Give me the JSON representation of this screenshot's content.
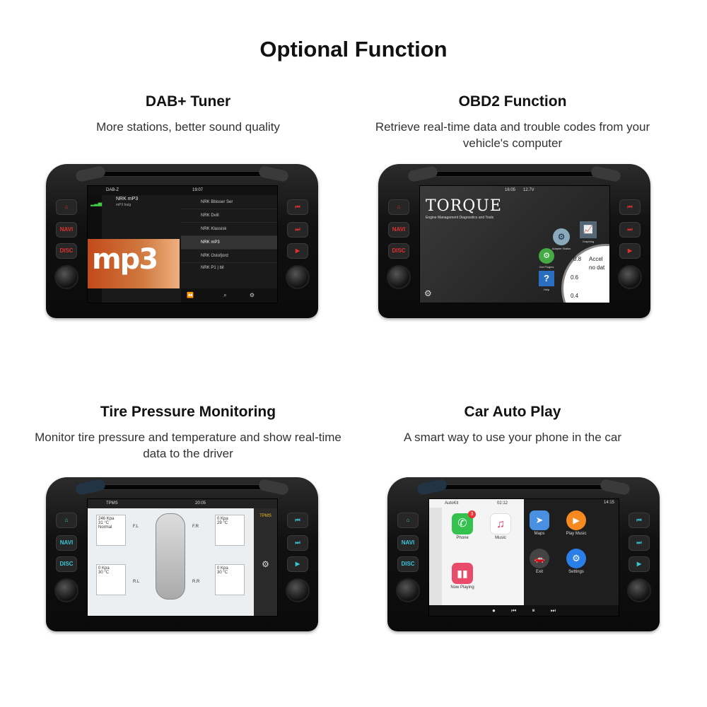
{
  "page": {
    "title": "Optional Function"
  },
  "features": [
    {
      "title": "DAB+ Tuner",
      "description": "More stations, better sound quality",
      "screen": {
        "header": "DAB-Z",
        "time": "19:07",
        "now_playing": "NRK mP3",
        "now_playing_sub": "mP3 buig",
        "logo_text": "mp3",
        "stations": [
          "NRK Bbisser Ser",
          "NRK Dvill",
          "NRK Klassisk",
          "NRK mP3",
          "NRK Ostofjord"
        ],
        "footer_station": "NRK P1 | bil",
        "buttons": {
          "navi": "NAVI",
          "disc": "DISC"
        }
      }
    },
    {
      "title": "OBD2 Function",
      "description": "Retrieve real-time data and trouble codes from your vehicle's computer",
      "screen": {
        "app_name": "TORQUE",
        "app_sub": "Engine Management Diagnostics and Tools",
        "time": "16:05",
        "voltage": "12.7V",
        "tiles": [
          "Adapter Status",
          "Graphing",
          "Get Plugins",
          "Help"
        ],
        "gauge_labels": [
          "0.8",
          "0.6",
          "0.4"
        ],
        "gauge_text": "Accel",
        "gauge_status": "no dat",
        "buttons": {
          "navi": "NAVI",
          "disc": "DISC"
        }
      }
    },
    {
      "title": "Tire Pressure Monitoring",
      "description": "Monitor tire pressure and temperature and show real-time data to the driver",
      "screen": {
        "header": "TPMS",
        "time": "20:05",
        "fl": {
          "pressure": "246",
          "temp": "31",
          "status": "Normal",
          "label": "F.L"
        },
        "fr": {
          "pressure": "0",
          "temp": "29",
          "label": "F.R"
        },
        "rl": {
          "pressure": "0",
          "temp": "30",
          "label": "R.L"
        },
        "rr": {
          "pressure": "0",
          "temp": "30",
          "label": "R.R"
        },
        "units": {
          "pressure": "Kpa",
          "temp": "°C"
        },
        "side": "TPMS",
        "buttons": {
          "navi": "NAVI",
          "disc": "DISC"
        }
      }
    },
    {
      "title": "Car Auto Play",
      "description": "A smart way to use your phone in the car",
      "screen": {
        "left_app": "AutoKit",
        "time_a": "02:12",
        "time_b": "14:15",
        "left_apps": [
          "Phone",
          "Music",
          "Now Playing"
        ],
        "right_apps": [
          "Maps",
          "Play Music",
          "Exit",
          "Settings"
        ],
        "phone_badge": "3",
        "buttons": {
          "navi": "NAVI",
          "disc": "DISC"
        }
      }
    }
  ],
  "colors": {
    "accent_red": "#e03030",
    "accent_cyan": "#3ac6d8",
    "screen_bg": "#1a1a1a"
  }
}
